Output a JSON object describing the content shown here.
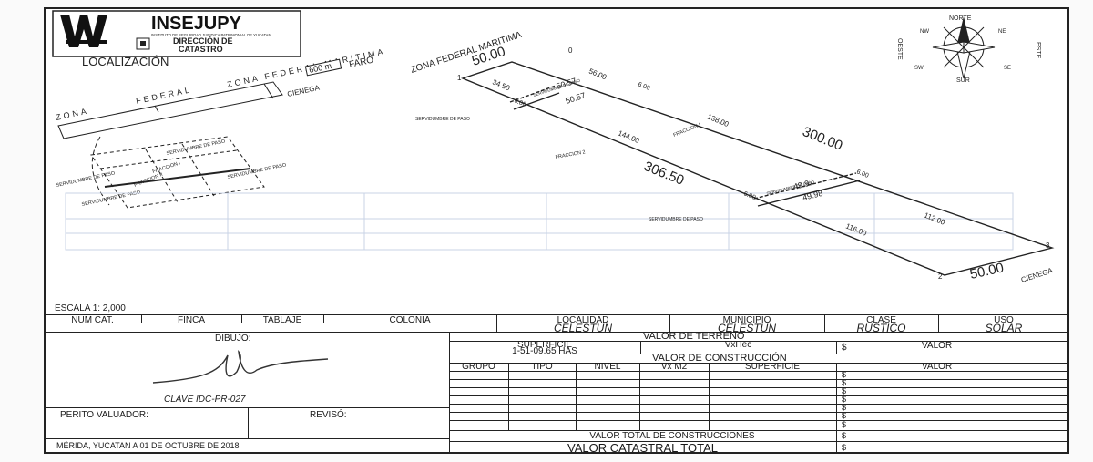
{
  "header": {
    "org": "INSEJUPY",
    "org_sub": "INSTITUTO DE SEGURIDAD JURIDICA PATRIMONIAL DE YUCATAN",
    "dept_line1": "DIRECCIÓN DE",
    "dept_line2": "CATASTRO"
  },
  "localizacion": {
    "title": "LOCALIZACIÓN",
    "zona_federal": "ZONA FEDERAL MARITIMA",
    "zona_left": "ZONA",
    "zona_mid": "FEDERAL",
    "distance": "600 m",
    "faro": "FARO",
    "cienega": "CIENEGA",
    "servidumbre_1": "SERVIDUMBRE DE PASO",
    "servidumbre_2": "SERVIDUMBRE DE PASO",
    "servidumbre_3": "SERVIDUMBRE DE PASO",
    "servidumbre_4": "SERVIDUMBRE DE PASO",
    "fraccion_1": "FRACCION I",
    "fraccion_2": "FRACCION II"
  },
  "plano": {
    "zona_federal": "ZONA FEDERAL MARITIMA",
    "top_width": "50.00",
    "bottom_width": "50.00",
    "cienega": "CIENEGA",
    "long_side_right": "300.00",
    "long_side_left": "306.50",
    "seg_top_right": "56.00",
    "seg_mid_right": "138.00",
    "seg_mid_left": "144.00",
    "seg_low_right": "112.00",
    "seg_low_left": "116.00",
    "seg_short": "34.50",
    "width_a1": "50.57",
    "width_a2": "50.57",
    "width_b1": "49.97",
    "width_b2": "49.98",
    "serv_paso_1": "SERVIDUMBRE DE PASO",
    "serv_paso_2": "SERVIDUMBRE DE PASO",
    "serv_band_1": "SERVIDUMBRE DE PASO",
    "serv_band_2": "SERVIDUMBRE DE PASO",
    "fraccion_1": "FRACCION I",
    "fraccion_2": "FRACCION 2",
    "mark_6": "6.00",
    "mark_6b": "6.00",
    "mark_6c": "6.00",
    "mark_6d": "6.00",
    "v0": "0",
    "v1": "1",
    "v2": "2",
    "v3": "3"
  },
  "compass": {
    "norte": "NORTE",
    "sur": "SUR",
    "este": "ESTE",
    "oeste": "OESTE",
    "ne": "NE",
    "nw": "NW",
    "se": "SE",
    "sw": "SW"
  },
  "escala": "ESCALA   1: 2,000",
  "info_row": {
    "headers": [
      "NUM CAT.",
      "FINCA",
      "TABLAJE",
      "COLONIA",
      "LOCALIDAD",
      "MUNICIPIO",
      "CLASE",
      "USO"
    ],
    "localidad": "CELESTUN",
    "municipio": "CELESTUN",
    "clase": "RUSTICO",
    "uso": "SOLAR"
  },
  "dibujo": {
    "label": "DIBUJO:",
    "clave": "CLAVE IDC-PR-027",
    "perito": "PERITO VALUADOR:",
    "reviso": "REVISÓ:",
    "fecha": "MÉRIDA, YUCATAN   A   01   DE   OCTUBRE   DE   2018"
  },
  "valor_terreno": {
    "title": "VALOR DE TERRENO",
    "superficie_label": "SUPERFICIE",
    "superficie_value": "1-51-09.65 HAS",
    "vxhec": "VxHec",
    "currency": "$",
    "valor": "VALOR"
  },
  "valor_construccion": {
    "title": "VALOR DE CONSTRUCCIÓN",
    "headers": [
      "GRUPO",
      "TIPO",
      "NIVEL",
      "Vx M2",
      "SUPERFICIE"
    ],
    "currency": "$",
    "valor": "VALOR",
    "total_construcciones": "VALOR TOTAL DE CONSTRUCCIONES",
    "total_catastral": "VALOR CATASTRAL TOTAL"
  }
}
